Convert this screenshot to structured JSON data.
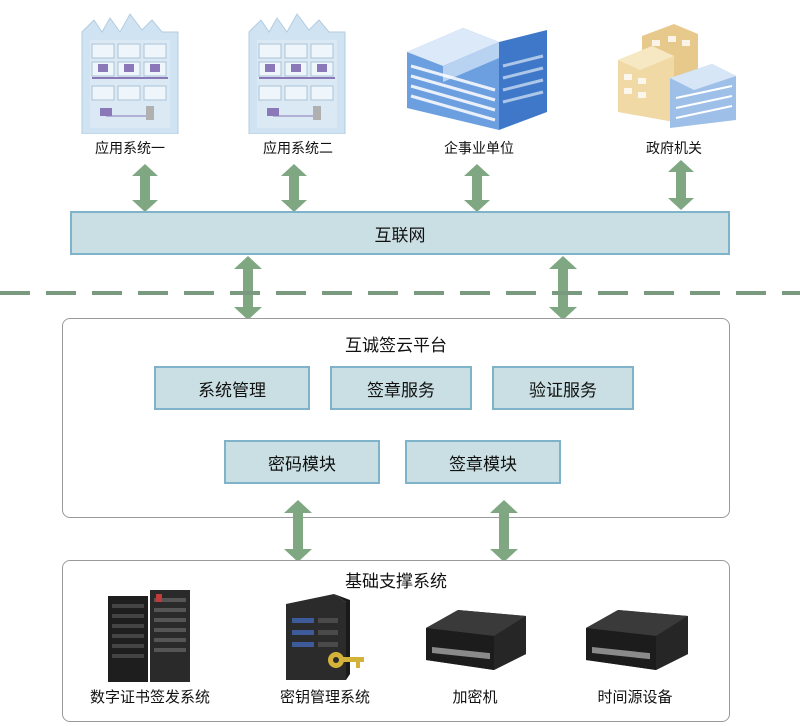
{
  "top_nodes": [
    {
      "label": "应用系统一",
      "icon": "building-office-icon"
    },
    {
      "label": "应用系统二",
      "icon": "building-office-icon"
    },
    {
      "label": "企事业单位",
      "icon": "enterprise-building-icon"
    },
    {
      "label": "政府机关",
      "icon": "government-building-icon"
    }
  ],
  "internet": {
    "label": "互联网"
  },
  "platform": {
    "title": "互诚签云平台",
    "modules_row1": [
      "系统管理",
      "签章服务",
      "验证服务"
    ],
    "modules_row2": [
      "密码模块",
      "签章模块"
    ]
  },
  "support": {
    "title": "基础支撑系统",
    "items": [
      {
        "label": "数字证书签发系统",
        "icon": "server-rack-icon"
      },
      {
        "label": "密钥管理系统",
        "icon": "key-server-icon"
      },
      {
        "label": "加密机",
        "icon": "encryption-device-icon"
      },
      {
        "label": "时间源设备",
        "icon": "time-source-device-icon"
      }
    ]
  },
  "colors": {
    "arrow": "#7fa882",
    "box_fill": "#c9dfe3",
    "box_border": "#7fb3c9",
    "divider": "#7a9a80"
  }
}
